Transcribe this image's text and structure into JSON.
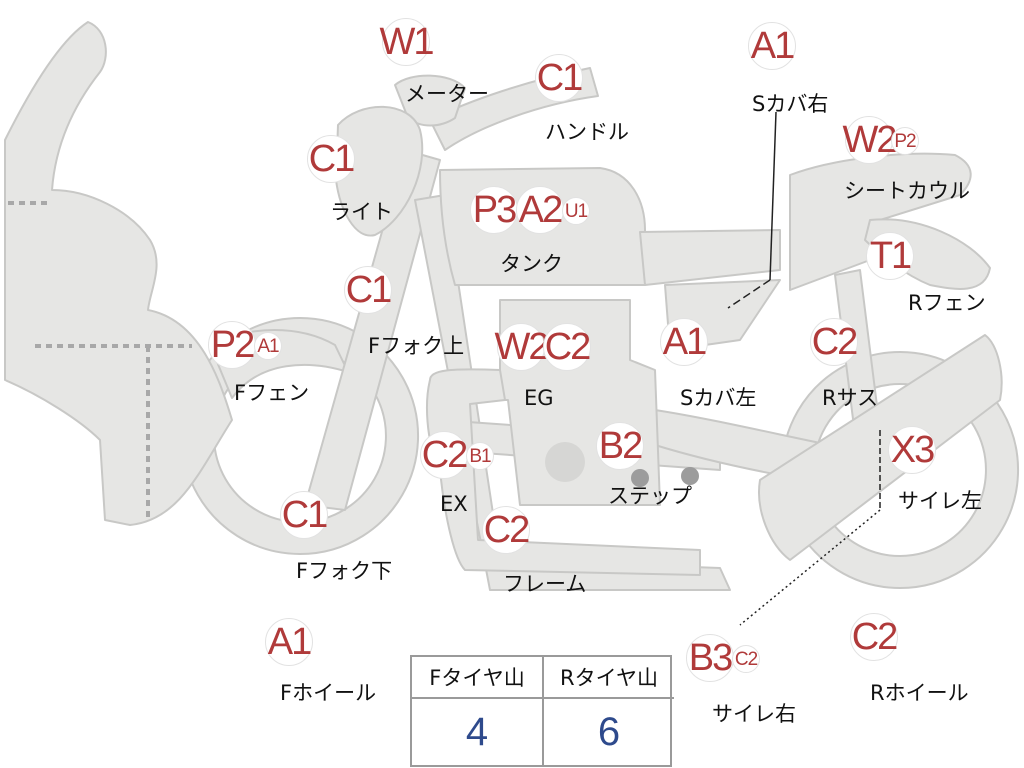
{
  "colors": {
    "body_fill": "#e6e6e4",
    "body_stroke": "#c8c8c6",
    "grade_text": "#b03a3a",
    "tire_value_text": "#2e4a8c"
  },
  "parts": [
    {
      "key": "meter",
      "label": "メーター",
      "grades": [
        {
          "text": "W1",
          "size": "big"
        }
      ]
    },
    {
      "key": "handle",
      "label": "ハンドル",
      "grades": [
        {
          "text": "C1",
          "size": "big"
        }
      ]
    },
    {
      "key": "light",
      "label": "ライト",
      "grades": [
        {
          "text": "C1",
          "size": "big"
        }
      ]
    },
    {
      "key": "tank",
      "label": "タンク",
      "grades": [
        {
          "text": "P3",
          "size": "big"
        },
        {
          "text": "A2",
          "size": "big"
        },
        {
          "text": "U1",
          "size": "small"
        }
      ]
    },
    {
      "key": "side-cover-right",
      "label": "Sカバ右",
      "grades": [
        {
          "text": "A1",
          "size": "big"
        }
      ]
    },
    {
      "key": "seat-cowl",
      "label": "シートカウル",
      "grades": [
        {
          "text": "W2",
          "size": "big"
        },
        {
          "text": "P2",
          "size": "small"
        }
      ]
    },
    {
      "key": "rear-fender",
      "label": "Rフェン",
      "grades": [
        {
          "text": "T1",
          "size": "big"
        }
      ]
    },
    {
      "key": "front-fork-upper",
      "label": "Fフォク上",
      "grades": [
        {
          "text": "C1",
          "size": "big"
        }
      ]
    },
    {
      "key": "front-fender",
      "label": "Fフェン",
      "grades": [
        {
          "text": "P2",
          "size": "big"
        },
        {
          "text": "A1",
          "size": "small"
        }
      ]
    },
    {
      "key": "engine",
      "label": "EG",
      "grades": [
        {
          "text": "W2",
          "size": "big"
        },
        {
          "text": "C2",
          "size": "big"
        }
      ]
    },
    {
      "key": "side-cover-left",
      "label": "Sカバ左",
      "grades": [
        {
          "text": "A1",
          "size": "big"
        }
      ]
    },
    {
      "key": "rear-suspension",
      "label": "Rサス",
      "grades": [
        {
          "text": "C2",
          "size": "big"
        }
      ]
    },
    {
      "key": "exhaust",
      "label": "EX",
      "grades": [
        {
          "text": "C2",
          "size": "big"
        },
        {
          "text": "B1",
          "size": "small"
        }
      ]
    },
    {
      "key": "step",
      "label": "ステップ",
      "grades": [
        {
          "text": "B2",
          "size": "big"
        }
      ]
    },
    {
      "key": "silencer-left",
      "label": "サイレ左",
      "grades": [
        {
          "text": "X3",
          "size": "big"
        }
      ]
    },
    {
      "key": "front-fork-lower",
      "label": "Fフォク下",
      "grades": [
        {
          "text": "C1",
          "size": "big"
        }
      ]
    },
    {
      "key": "frame",
      "label": "フレーム",
      "grades": [
        {
          "text": "C2",
          "size": "big"
        }
      ]
    },
    {
      "key": "silencer-right",
      "label": "サイレ右",
      "grades": [
        {
          "text": "B3",
          "size": "big"
        },
        {
          "text": "C2",
          "size": "small"
        }
      ]
    },
    {
      "key": "front-wheel",
      "label": "Fホイール",
      "grades": [
        {
          "text": "A1",
          "size": "big"
        }
      ]
    },
    {
      "key": "rear-wheel",
      "label": "Rホイール",
      "grades": [
        {
          "text": "C2",
          "size": "big"
        }
      ]
    }
  ],
  "tire_table": {
    "front": {
      "header": "Fタイヤ山",
      "value": "4"
    },
    "rear": {
      "header": "Rタイヤ山",
      "value": "6"
    }
  }
}
